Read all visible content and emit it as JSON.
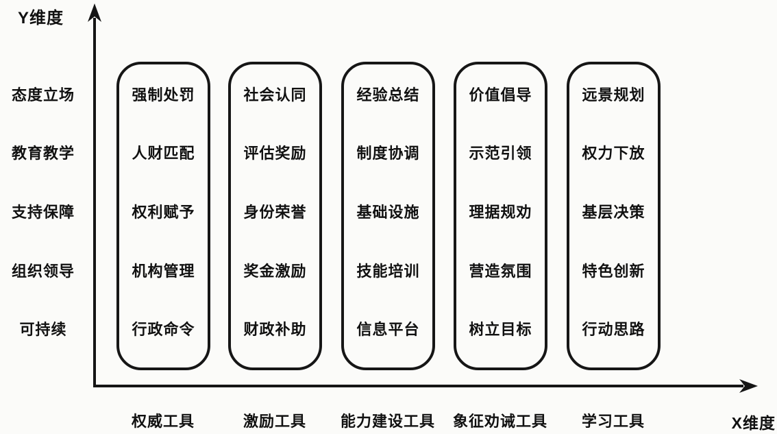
{
  "diagram": {
    "y_axis_title": "Y维度",
    "x_axis_title": "X维度",
    "y_labels": [
      "态度立场",
      "教育教学",
      "支持保障",
      "组织领导",
      "可持续"
    ],
    "columns": [
      {
        "label": "权威工具",
        "items": [
          "强制处罚",
          "人财匹配",
          "权利赋予",
          "机构管理",
          "行政命令"
        ]
      },
      {
        "label": "激励工具",
        "items": [
          "社会认同",
          "评估奖励",
          "身份荣誉",
          "奖金激励",
          "财政补助"
        ]
      },
      {
        "label": "能力建设工具",
        "items": [
          "经验总结",
          "制度协调",
          "基础设施",
          "技能培训",
          "信息平台"
        ]
      },
      {
        "label": "象征劝诫工具",
        "items": [
          "价值倡导",
          "示范引领",
          "理据规劝",
          "营造氛围",
          "树立目标"
        ]
      },
      {
        "label": "学习工具",
        "items": [
          "远景规划",
          "权力下放",
          "基层决策",
          "特色创新",
          "行动思路"
        ]
      }
    ],
    "colors": {
      "ink": "#111111",
      "background": "#fbfbf9",
      "box_border": "#161616"
    }
  }
}
